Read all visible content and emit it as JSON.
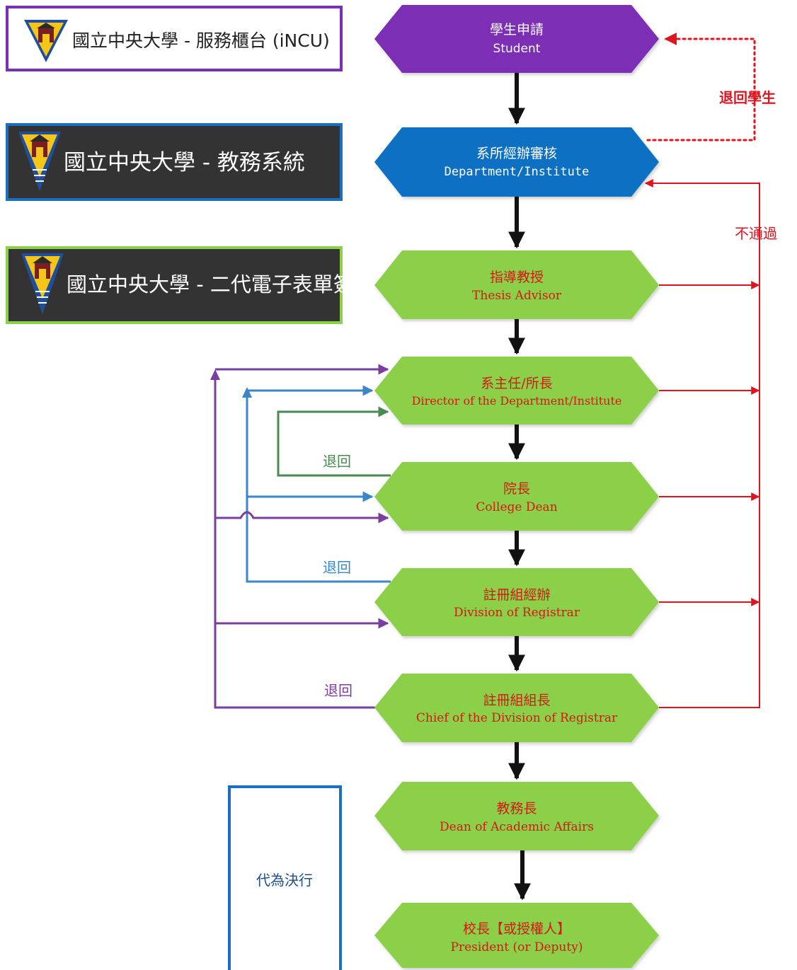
{
  "banners": [
    {
      "id": "service",
      "text": "國立中央大學 - 服務櫃台 (iNCU)"
    },
    {
      "id": "academic",
      "text": "國立中央大學 - 教務系統"
    },
    {
      "id": "eform",
      "text": "國立中央大學 - 二代電子表單簽核系統"
    }
  ],
  "nodes": [
    {
      "id": "student",
      "zh": "學生申請",
      "en": "Student"
    },
    {
      "id": "dept",
      "zh": "系所經辦審核",
      "en": "Department/Institute"
    },
    {
      "id": "advisor",
      "zh": "指導教授",
      "en": "Thesis Advisor"
    },
    {
      "id": "director",
      "zh": "系主任/所長",
      "en": "Director of the Department/Institute"
    },
    {
      "id": "dean",
      "zh": "院長",
      "en": "College Dean"
    },
    {
      "id": "registrar",
      "zh": "註冊組經辦",
      "en": "Division of Registrar"
    },
    {
      "id": "chief",
      "zh": "註冊組組長",
      "en": "Chief of the Division of Registrar"
    },
    {
      "id": "academic_dean",
      "zh": "教務長",
      "en": "Dean of Academic Affairs"
    },
    {
      "id": "president",
      "zh": "校長【或授權人】",
      "en": "President (or Deputy)"
    }
  ],
  "labels": {
    "return_student": "退回學生",
    "reject": "不通過",
    "return_1": "退回",
    "return_2": "退回",
    "return_3": "退回",
    "delegate": "代為決行"
  },
  "colors": {
    "student": "#7b2fb5",
    "dept": "#0a6fc2",
    "approver": "#8cd04a",
    "reject_red": "#e0141e",
    "return_green": "#4a8a52",
    "return_blue": "#3a86c8",
    "return_purple": "#7a3ea0"
  }
}
